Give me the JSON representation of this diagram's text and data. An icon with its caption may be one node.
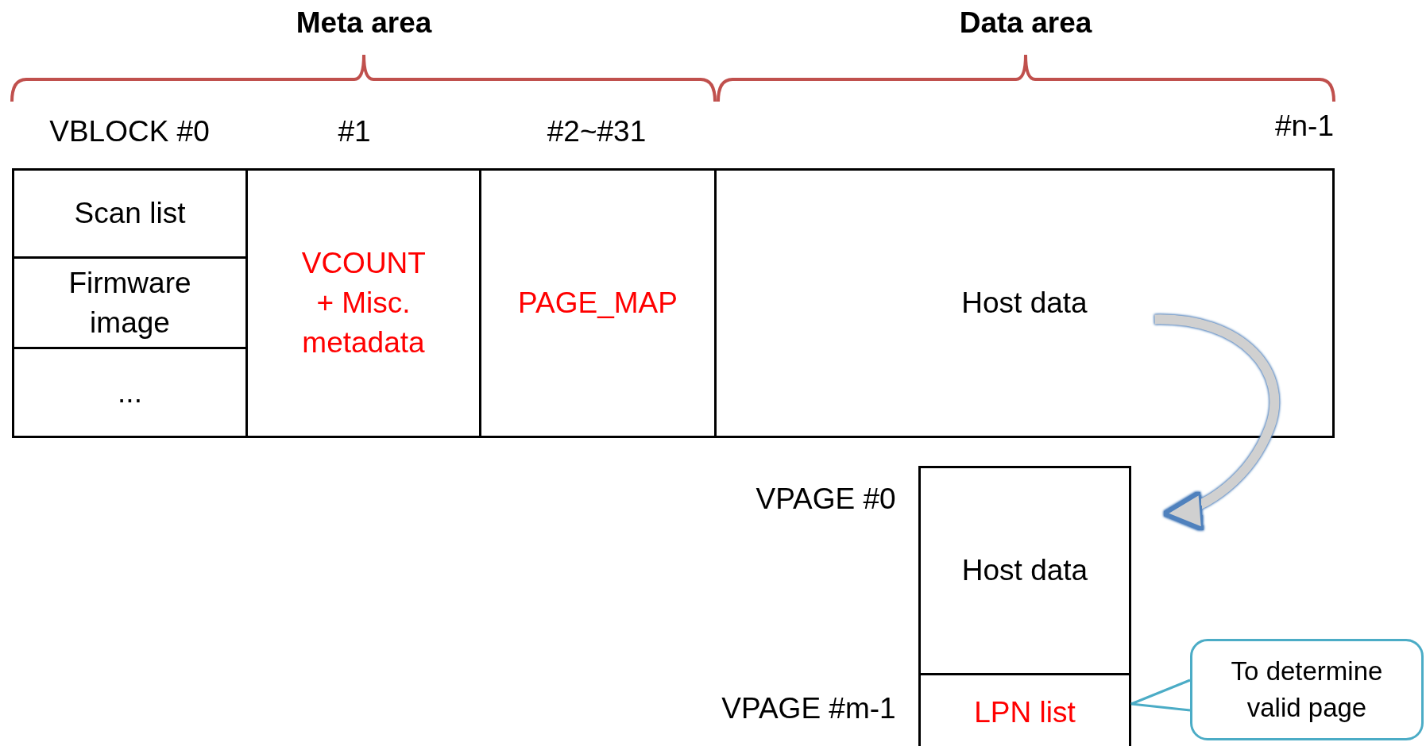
{
  "diagram": {
    "nodes": [
      {
        "text": [
          "Scan list"
        ]
      },
      {
        "text": [
          "Firmware image"
        ]
      },
      {
        "text": [
          "..."
        ]
      },
      {
        "text": [
          "VCOUNT + Misc. metadata"
        ]
      },
      {
        "text": [
          "PAGE_MAP"
        ]
      },
      {
        "text": [
          "Host data"
        ]
      },
      {
        "text": [
          "Host data"
        ],
        "beside": [
          "VPAGE #0"
        ]
      },
      {
        "text": [
          "LPN list"
        ],
        "beside": [
          "VPAGE #m-1"
        ]
      },
      {
        "text": [
          "To determine valid page"
        ]
      }
    ],
    "edges": [
      {
        "from": 5,
        "to": 6,
        "arrow": "to",
        "style": "thick"
      },
      {
        "from": 8,
        "to": 7,
        "arrow": "none",
        "color": "#4bacc6"
      }
    ],
    "labels": [
      "Meta area",
      "Data area",
      "VBLOCK #0",
      "#1",
      "#2~#31",
      "#n-1"
    ]
  }
}
